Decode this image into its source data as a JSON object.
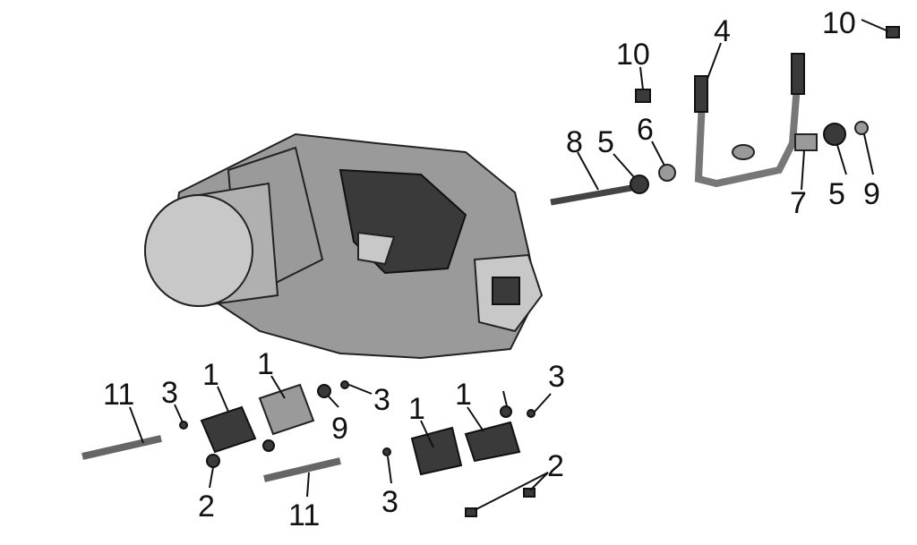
{
  "diagram": {
    "title": "Engine mount exploded view",
    "callouts": {
      "c10a": "10",
      "c4": "4",
      "c10b": "10",
      "c8": "8",
      "c5a": "5",
      "c6": "6",
      "c7": "7",
      "c5b": "5",
      "c9a": "9",
      "c11a": "11",
      "c3a": "3",
      "c1a": "1",
      "c1b": "1",
      "c9b": "9",
      "c3b": "3",
      "c1c": "1",
      "c1d": "1",
      "c3c": "3",
      "c2a": "2",
      "c11b": "11",
      "c3d": "3",
      "c2b": "2"
    }
  }
}
